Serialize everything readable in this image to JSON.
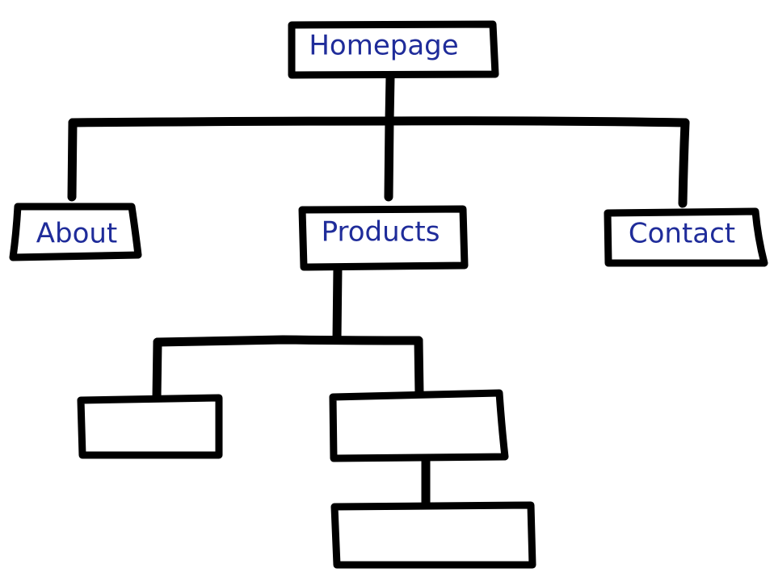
{
  "diagram": {
    "type": "sitemap-tree",
    "nodes": {
      "homepage": "Homepage",
      "about": "About",
      "products": "Products",
      "contact": "Contact",
      "product_child_1": "",
      "product_child_2": "",
      "product_grandchild_1": ""
    },
    "edges": [
      [
        "homepage",
        "about"
      ],
      [
        "homepage",
        "products"
      ],
      [
        "homepage",
        "contact"
      ],
      [
        "products",
        "product_child_1"
      ],
      [
        "products",
        "product_child_2"
      ],
      [
        "product_child_2",
        "product_grandchild_1"
      ]
    ]
  },
  "colors": {
    "stroke": "#000000",
    "label": "#1f2c9a",
    "background": "#ffffff"
  }
}
